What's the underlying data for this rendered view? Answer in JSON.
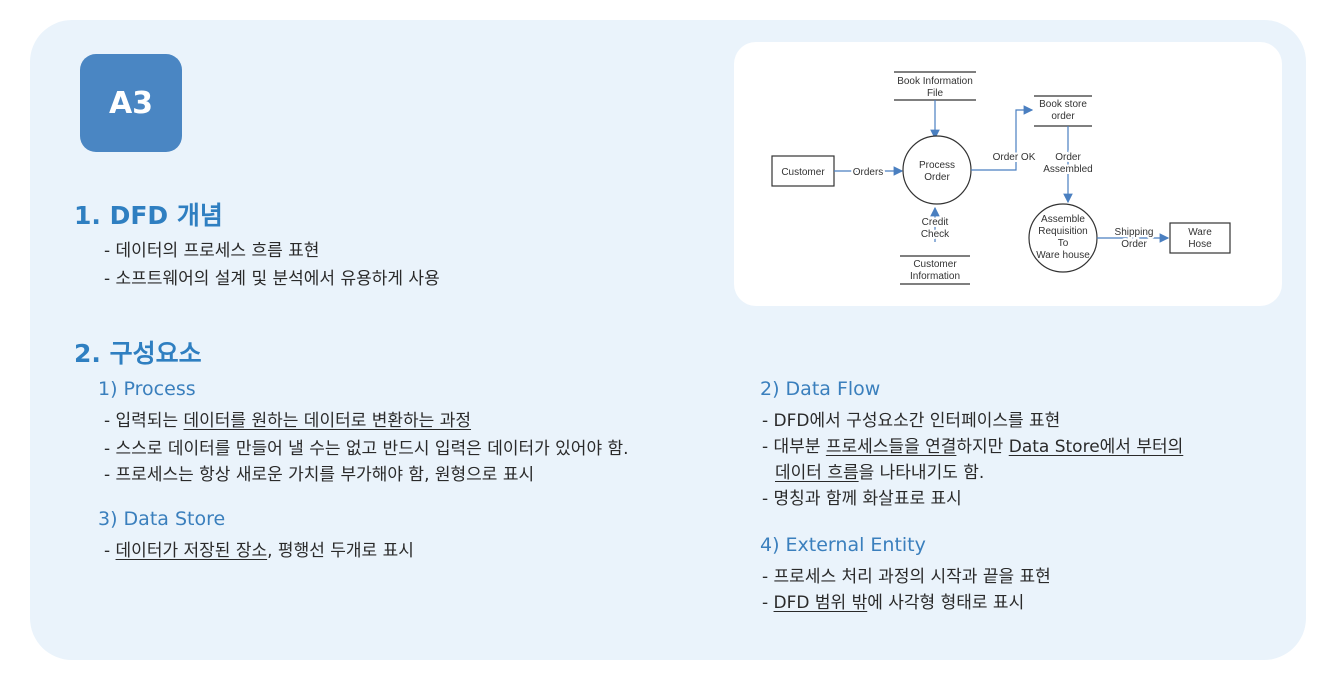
{
  "badge": "A3",
  "section1": {
    "title": "1. DFD 개념",
    "items": [
      "- 데이터의 프로세스 흐름 표현",
      "- 소프트웨어의 설계 및 분석에서 유용하게 사용"
    ]
  },
  "section2": {
    "title": "2. 구성요소",
    "process": {
      "title": "1) Process",
      "l1_pre": "- 입력되는 ",
      "l1_u": "데이터를 원하는 데이터로 변환하는 과정",
      "l2": "- 스스로 데이터를 만들어 낼 수는 없고 반드시 입력은 데이터가 있어야 함.",
      "l3": "- 프로세스는 항상 새로운 가치를 부가해야 함, 원형으로 표시"
    },
    "data_store": {
      "title": "3) Data Store",
      "l1_pre": "- ",
      "l1_u": "데이터가 저장된 장소",
      "l1_post": ", 평행선 두개로 표시"
    },
    "data_flow": {
      "title": "2) Data Flow",
      "l1": "- DFD에서 구성요소간 인터페이스를 표현",
      "l2_pre": "- 대부분 ",
      "l2_u1": "프로세스들을 연결",
      "l2_mid": "하지만 ",
      "l2_u2": "Data Store에서 부터의",
      "l3_u": "데이터 흐름",
      "l3_post": "을 나타내기도 함.",
      "l4": "- 명칭과 함께 화살표로 표시"
    },
    "external_entity": {
      "title": "4) External Entity",
      "l1": "- 프로세스 처리 과정의 시작과 끝을 표현",
      "l2_pre": "- ",
      "l2_u": "DFD 범위 밖",
      "l2_post": "에 사각형 형태로 표시"
    }
  },
  "diagram": {
    "book_info_1": "Book Information",
    "book_info_2": "File",
    "customer": "Customer",
    "orders": "Orders",
    "process_1": "Process",
    "process_2": "Order",
    "order_ok": "Order OK",
    "book_store_1": "Book store",
    "book_store_2": "order",
    "order_assembled_1": "Order",
    "order_assembled_2": "Assembled",
    "credit_1": "Credit",
    "credit_2": "Check",
    "customer_info_1": "Customer",
    "customer_info_2": "Information",
    "assemble_1": "Assemble",
    "assemble_2": "Requisition",
    "assemble_3": "To",
    "assemble_4": "Ware house",
    "shipping_1": "Shipping",
    "shipping_2": "Order",
    "warehose_1": "Ware",
    "warehose_2": "Hose",
    "colors": {
      "arrow": "#4a7fc0",
      "line": "#333333"
    }
  }
}
